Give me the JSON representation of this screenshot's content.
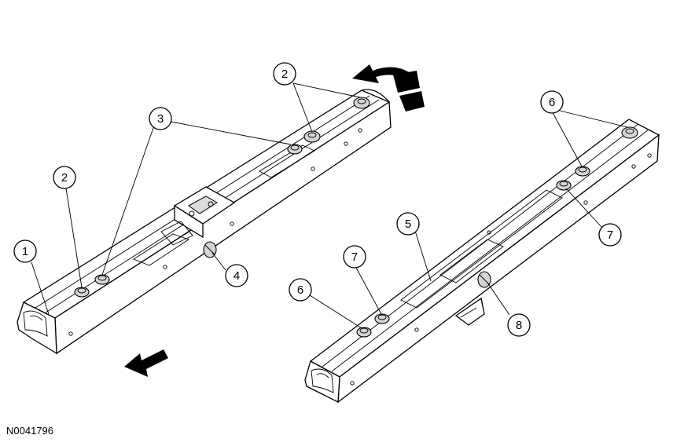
{
  "figure_id": "N0041796",
  "callouts": [
    {
      "id": "c1",
      "label": "1"
    },
    {
      "id": "c2a",
      "label": "2"
    },
    {
      "id": "c2b",
      "label": "2"
    },
    {
      "id": "c3",
      "label": "3"
    },
    {
      "id": "c4",
      "label": "4"
    },
    {
      "id": "c5",
      "label": "5"
    },
    {
      "id": "c6a",
      "label": "6"
    },
    {
      "id": "c6b",
      "label": "6"
    },
    {
      "id": "c7a",
      "label": "7"
    },
    {
      "id": "c7b",
      "label": "7"
    },
    {
      "id": "c8",
      "label": "8"
    }
  ],
  "icons": [
    "forward-arrow-icon",
    "rotate-arrow-icon"
  ]
}
